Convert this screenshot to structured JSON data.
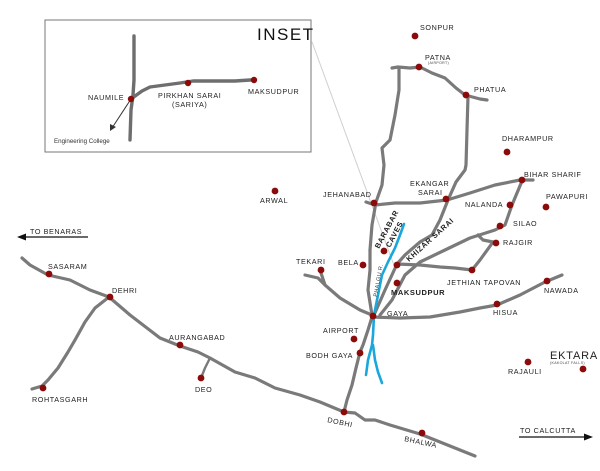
{
  "colors": {
    "road": "#7a7a7a",
    "river": "#1aa7dc",
    "town_marker": "#8b0a0a",
    "label": "#222222"
  },
  "inset": {
    "title": "INSET",
    "places": {
      "naumile": "NAUMILE",
      "pirkhan_sarai": "PIRKHAN SARAI",
      "pirkhan_sarai_alt": "(SARIYA)",
      "maksudpur": "MAKSUDPUR"
    },
    "engineering_college": "Engineering College"
  },
  "directions": {
    "to_benaras": "TO BENARAS",
    "to_calcutta": "TO CALCUTTA"
  },
  "river": {
    "name": "PHALGU R."
  },
  "places": {
    "sonpur": "SONPUR",
    "patna": "PATNA",
    "patna_sub": "(AIRPORT)",
    "phatua": "PHATUA",
    "dharampur": "DHARAMPUR",
    "bihar_sharif": "BIHAR SHARIF",
    "pawapuri": "PAWAPURI",
    "nalanda": "NALANDA",
    "silao": "SILAO",
    "rajgir": "RAJGIR",
    "ekangar_sarai_1": "EKANGAR",
    "ekangar_sarai_2": "SARAI",
    "jehanabad": "JEHANABAD",
    "arwal": "ARWAL",
    "barabar_caves_1": "BARABAR",
    "barabar_caves_2": "CAVES",
    "khizar_sarai": "KHIZAR SARAI",
    "tekari": "TEKARI",
    "bela": "BELA",
    "maksudpur": "MAKSUDPUR",
    "jethian_tapovan": "JETHIAN TAPOVAN",
    "nawada": "NAWADA",
    "hisua": "HISUA",
    "gaya": "GAYA",
    "airport": "AIRPORT",
    "bodh_gaya": "BODH GAYA",
    "ektara": "EKTARA",
    "ektara_sub": "(KAKOLAT FALLS)",
    "rajauli": "RAJAULI",
    "sasaram": "SASARAM",
    "dehri": "DEHRI",
    "aurangabad": "AURANGABAD",
    "deo": "DEO",
    "rohtasgarh": "ROHTASGARH",
    "dobhi": "DOBHI",
    "bhalwa": "BHALWA"
  }
}
